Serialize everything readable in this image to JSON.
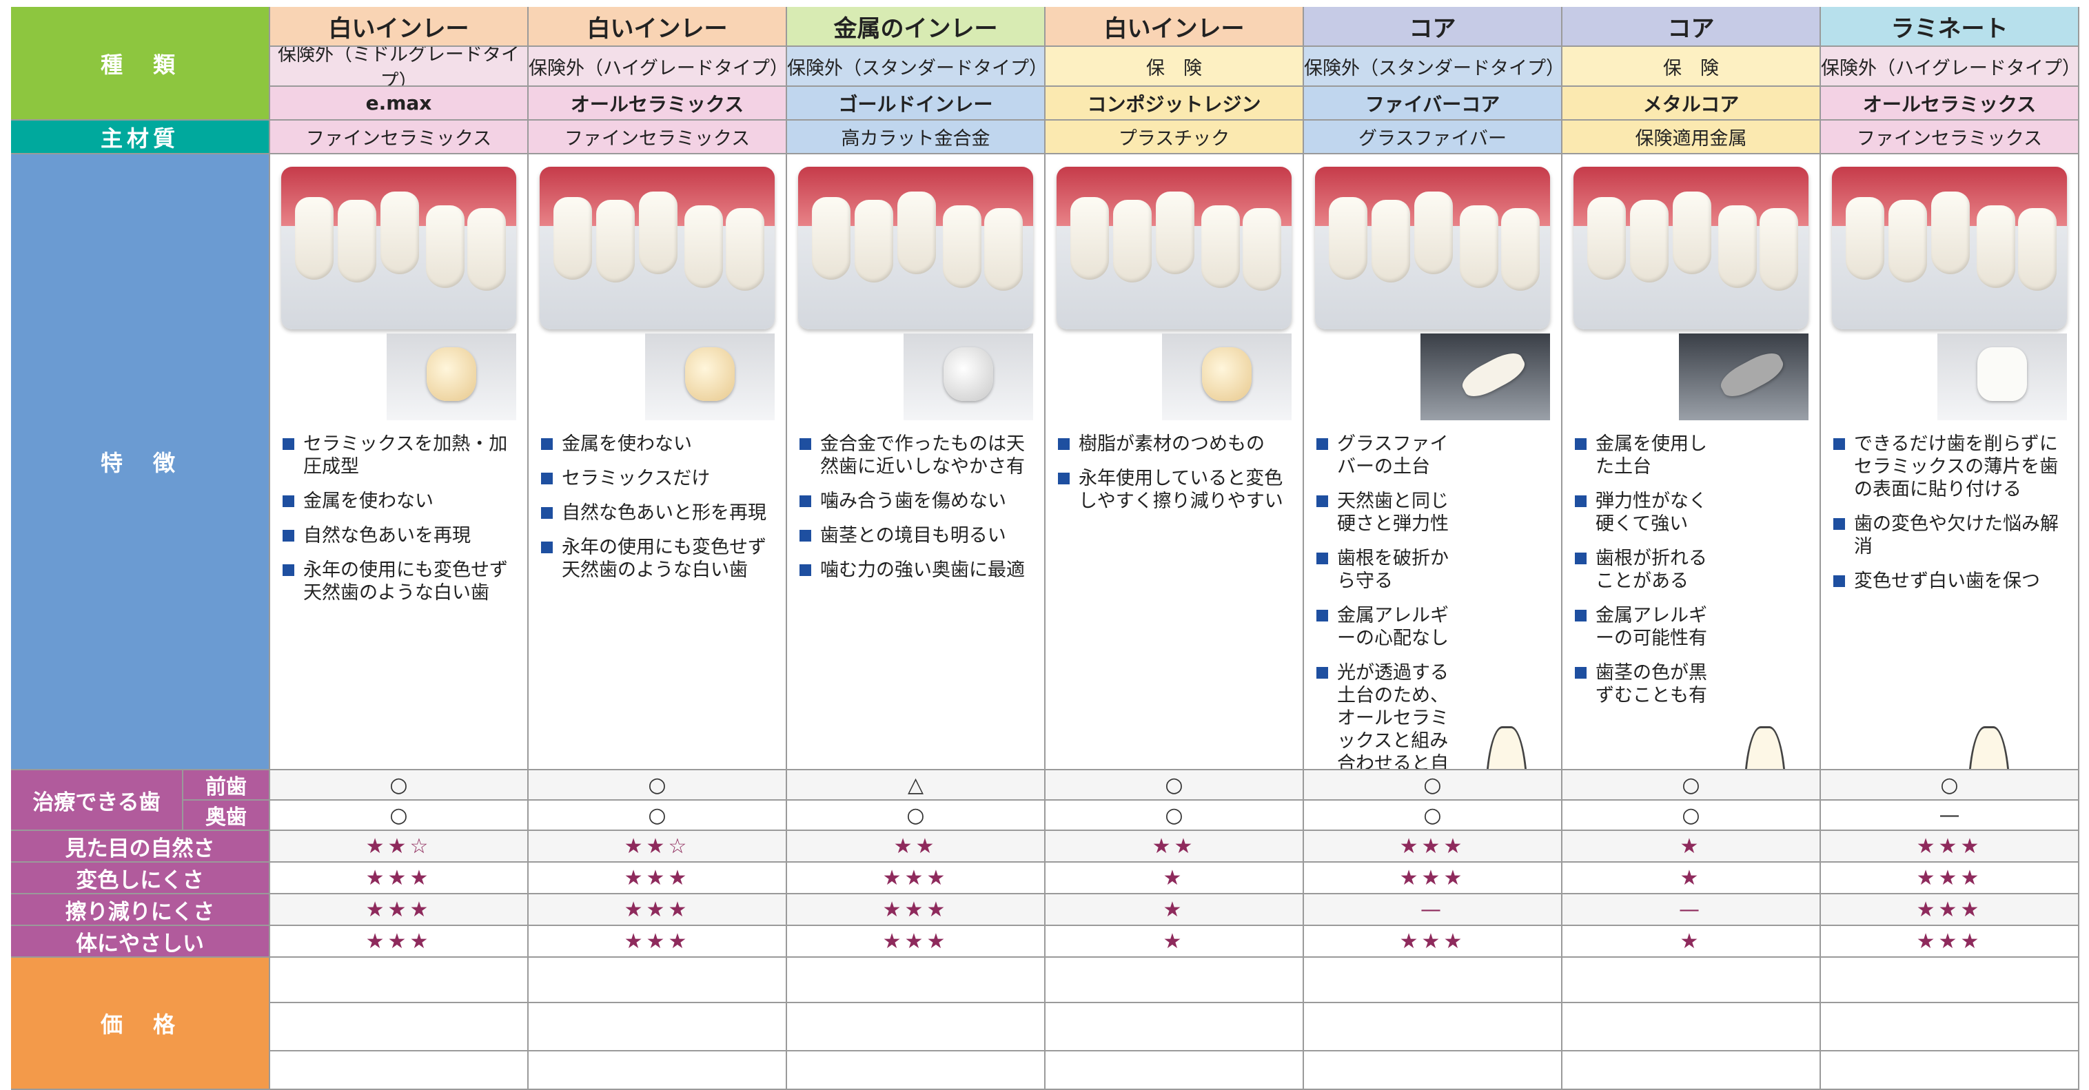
{
  "header": {
    "type_label": "種　類",
    "material_label": "主材質",
    "feature_label": "特　徴",
    "price_label": "価　格"
  },
  "columns": [
    {
      "title": "白いインレー",
      "insurance": "保険外（ミドルグレードタイプ）",
      "product": "e.max",
      "material": "ファインセラミックス",
      "features": [
        "セラミックスを加熱・加圧成型",
        "金属を使わない",
        "自然な色あいを再現",
        "永年の使用にも変色せず天然歯のような白い歯"
      ],
      "front": "○",
      "back": "○",
      "natural": "★★☆",
      "discolor": "★★★",
      "wear": "★★★",
      "body": "★★★"
    },
    {
      "title": "白いインレー",
      "insurance": "保険外（ハイグレードタイプ）",
      "product": "オールセラミックス",
      "material": "ファインセラミックス",
      "features": [
        "金属を使わない",
        "セラミックスだけ",
        "自然な色あいと形を再現",
        "永年の使用にも変色せず天然歯のような白い歯"
      ],
      "front": "○",
      "back": "○",
      "natural": "★★☆",
      "discolor": "★★★",
      "wear": "★★★",
      "body": "★★★"
    },
    {
      "title": "金属のインレー",
      "insurance": "保険外（スタンダードタイプ）",
      "product": "ゴールドインレー",
      "material": "高カラット金合金",
      "features": [
        "金合金で作ったものは天然歯に近いしなやかさ有",
        "噛み合う歯を傷めない",
        "歯茎との境目も明るい",
        "噛む力の強い奥歯に最適"
      ],
      "front": "△",
      "back": "○",
      "natural": "★★",
      "discolor": "★★★",
      "wear": "★★★",
      "body": "★★★"
    },
    {
      "title": "白いインレー",
      "insurance": "保　険",
      "product": "コンポジットレジン",
      "material": "プラスチック",
      "features": [
        "樹脂が素材のつめもの",
        "永年使用していると変色しやすく擦り減りやすい"
      ],
      "front": "○",
      "back": "○",
      "natural": "★★",
      "discolor": "★",
      "wear": "★",
      "body": "★"
    },
    {
      "title": "コア",
      "insurance": "保険外（スタンダードタイプ）",
      "product": "ファイバーコア",
      "material": "グラスファイバー",
      "features": [
        "グラスファイバーの土台",
        "天然歯と同じ硬さと弾力性",
        "歯根を破折から守る",
        "金属アレルギーの心配なし",
        "光が透過する土台のため、オールセラミックスと組み合わせると自然な透明感を再現"
      ],
      "front": "○",
      "back": "○",
      "natural": "★★★",
      "discolor": "★★★",
      "wear": "—",
      "body": "★★★"
    },
    {
      "title": "コア",
      "insurance": "保　険",
      "product": "メタルコア",
      "material": "保険適用金属",
      "features": [
        "金属を使用した土台",
        "弾力性がなく硬くて強い",
        "歯根が折れることがある",
        "金属アレルギーの可能性有",
        "歯茎の色が黒ずむことも有"
      ],
      "front": "○",
      "back": "○",
      "natural": "★",
      "discolor": "★",
      "wear": "—",
      "body": "★"
    },
    {
      "title": "ラミネート",
      "insurance": "保険外（ハイグレードタイプ）",
      "product": "オールセラミックス",
      "material": "ファインセラミックス",
      "features": [
        "できるだけ歯を削らずにセラミックスの薄片を歯の表面に貼り付ける",
        "歯の変色や欠けた悩み解消",
        "変色せず白い歯を保つ"
      ],
      "front": "○",
      "back": "—",
      "natural": "★★★",
      "discolor": "★★★",
      "wear": "★★★",
      "body": "★★★"
    }
  ],
  "rows": {
    "treatable_label": "治療できる歯",
    "front_label": "前歯",
    "back_label": "奥歯",
    "natural_label": "見た目の自然さ",
    "discolor_label": "変色しにくさ",
    "wear_label": "擦り減りにくさ",
    "body_label": "体にやさしい"
  },
  "colors": {
    "type_label_bg": "#8dc63f",
    "material_label_bg": "#00a99d",
    "feature_label_bg": "#6b9bd2",
    "rating_label_bg": "#b15b9c",
    "price_label_bg": "#f39a4a",
    "bullet": "#1e4fa0",
    "star": "#8e2a5c"
  }
}
